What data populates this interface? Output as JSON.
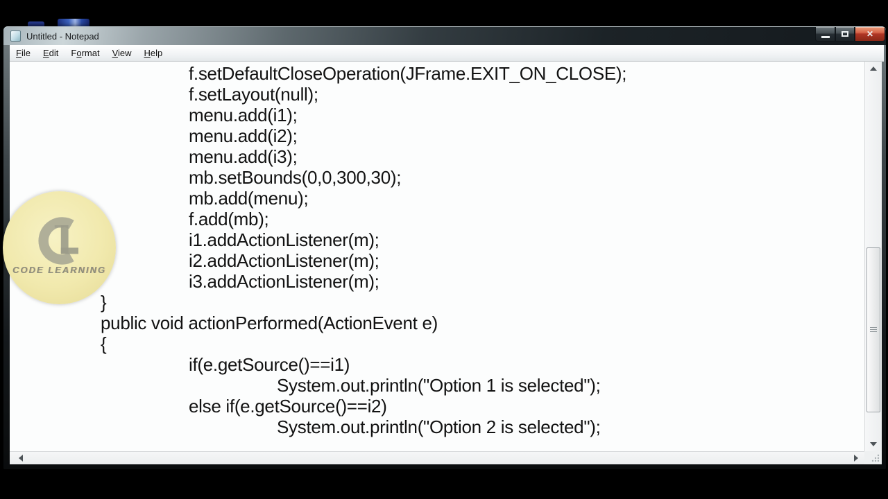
{
  "titlebar": {
    "title": "Untitled - Notepad"
  },
  "menubar": {
    "items": [
      {
        "pre": "",
        "u": "F",
        "post": "ile"
      },
      {
        "pre": "",
        "u": "E",
        "post": "dit"
      },
      {
        "pre": "F",
        "u": "o",
        "post": "rmat"
      },
      {
        "pre": "",
        "u": "V",
        "post": "iew"
      },
      {
        "pre": "",
        "u": "H",
        "post": "elp"
      }
    ]
  },
  "editor": {
    "lines": [
      {
        "indent": 2,
        "text": "f.setDefaultCloseOperation(JFrame.EXIT_ON_CLOSE);"
      },
      {
        "indent": 2,
        "text": "f.setLayout(null);"
      },
      {
        "indent": 2,
        "text": "menu.add(i1);"
      },
      {
        "indent": 2,
        "text": "menu.add(i2);"
      },
      {
        "indent": 2,
        "text": "menu.add(i3);"
      },
      {
        "indent": 2,
        "text": "mb.setBounds(0,0,300,30);"
      },
      {
        "indent": 2,
        "text": "mb.add(menu);"
      },
      {
        "indent": 2,
        "text": "f.add(mb);"
      },
      {
        "indent": 2,
        "text": "i1.addActionListener(m);"
      },
      {
        "indent": 2,
        "text": "i2.addActionListener(m);"
      },
      {
        "indent": 2,
        "text": "i3.addActionListener(m);"
      },
      {
        "indent": 1,
        "text": "}"
      },
      {
        "indent": 1,
        "text": "public void actionPerformed(ActionEvent e)"
      },
      {
        "indent": 1,
        "text": "{"
      },
      {
        "indent": 2,
        "text": "if(e.getSource()==i1)"
      },
      {
        "indent": 3,
        "text": "System.out.println(\"Option 1 is selected\");"
      },
      {
        "indent": 2,
        "text": "else if(e.getSource()==i2)"
      },
      {
        "indent": 3,
        "text": "System.out.println(\"Option 2 is selected\");"
      }
    ]
  },
  "watermark": {
    "label": "CODE LEARNING",
    "monogram": "CL"
  },
  "colors": {
    "close_button_red": "#b03524",
    "logo_fill": "#f1e9ad",
    "logo_text": "#8c8d7c",
    "titlebar_dark": "#1c2327",
    "editor_bg": "#fcfdfd"
  }
}
